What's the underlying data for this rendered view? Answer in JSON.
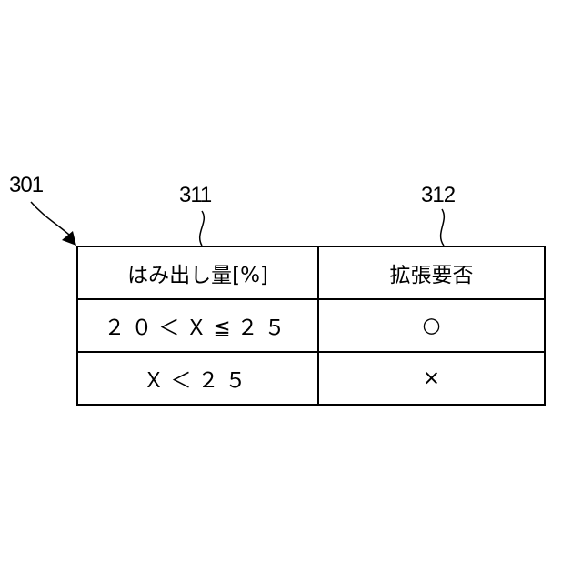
{
  "reference_labels": {
    "table": "301",
    "column_1": "311",
    "column_2": "312"
  },
  "table": {
    "headers": [
      "はみ出し量[%]",
      "拡張要否"
    ],
    "rows": [
      [
        "２０＜Ｘ≦２５",
        "○"
      ],
      [
        "Ｘ＜２５",
        "×"
      ]
    ]
  }
}
